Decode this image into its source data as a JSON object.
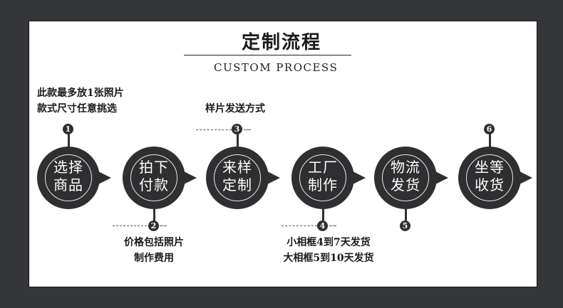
{
  "header": {
    "title": "定制流程",
    "subtitle": "CUSTOM PROCESS"
  },
  "colors": {
    "background": "#35363a",
    "panel": "#ffffff",
    "bubble": "#2f2f32",
    "text": "#1a1a1a"
  },
  "steps": [
    {
      "number": "1",
      "line1": "选择",
      "line2": "商品",
      "note": [
        "此款最多放1张照片",
        "款式尺寸任意挑选"
      ],
      "note_position": "top"
    },
    {
      "number": "2",
      "line1": "拍下",
      "line2": "付款",
      "note": [
        "价格包括照片",
        "制作费用"
      ],
      "note_position": "bottom"
    },
    {
      "number": "3",
      "line1": "来样",
      "line2": "定制",
      "note": [
        "样片发送方式"
      ],
      "note_position": "top"
    },
    {
      "number": "4",
      "line1": "工厂",
      "line2": "制作",
      "note": [
        "小相框4到7天发货",
        "大相框5到10天发货"
      ],
      "note_position": "bottom"
    },
    {
      "number": "5",
      "line1": "物流",
      "line2": "发货",
      "note": [],
      "note_position": "bottom"
    },
    {
      "number": "6",
      "line1": "坐等",
      "line2": "收货",
      "note": [],
      "note_position": "top"
    }
  ]
}
